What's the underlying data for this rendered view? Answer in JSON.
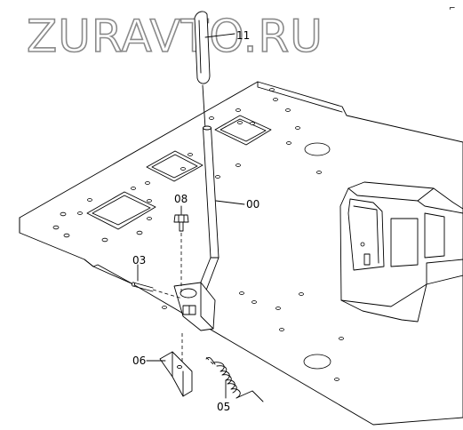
{
  "watermark": "ZURAVTO.RU",
  "corner_mark": "⌐",
  "callouts": [
    {
      "id": "11",
      "label": "11"
    },
    {
      "id": "00",
      "label": "00"
    },
    {
      "id": "08",
      "label": "08"
    },
    {
      "id": "03",
      "label": "03"
    },
    {
      "id": "06",
      "label": "06"
    },
    {
      "id": "05",
      "label": "05"
    }
  ]
}
